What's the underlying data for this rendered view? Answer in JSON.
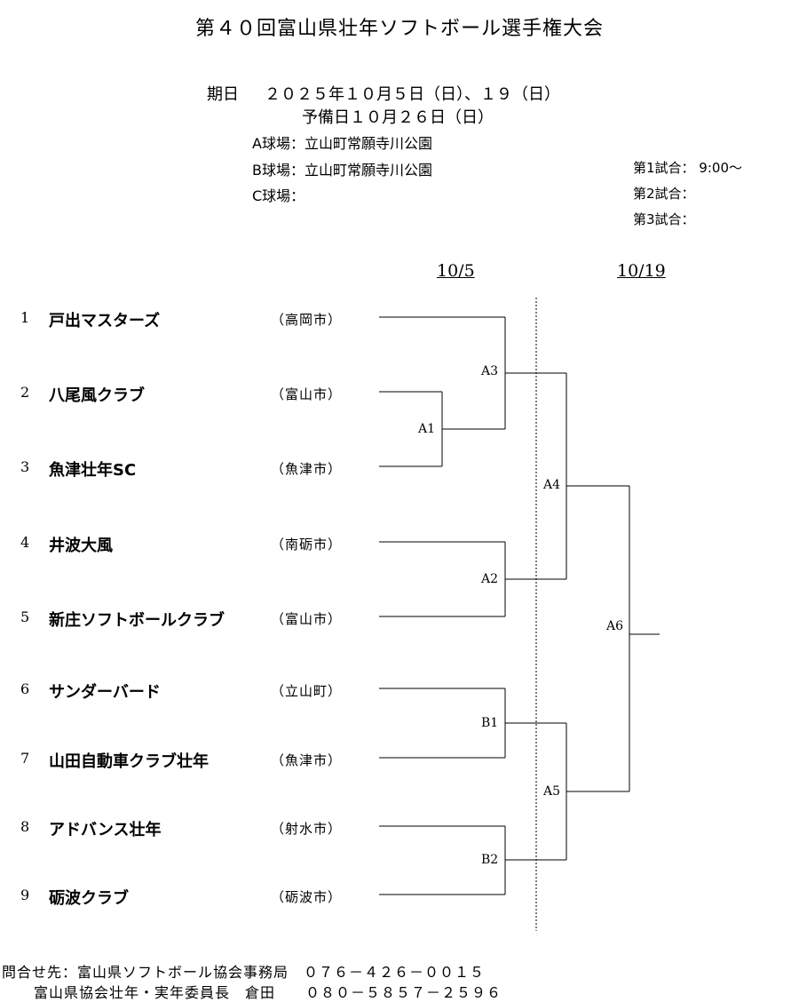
{
  "title": "第４０回富山県壮年ソフトボール選手権大会",
  "schedule": {
    "date_label": "期日",
    "date_value": "２０２５年１０月５日（日）、１９（日）",
    "reserve": "予備日１０月２６日（日）",
    "field_a": "A球場：立山町常願寺川公園",
    "field_b": "B球場：立山町常願寺川公園",
    "field_c": "C球場：",
    "game1": "第1試合：  9:00～",
    "game2": "第2試合：",
    "game3": "第3試合："
  },
  "rounds": {
    "r1": "10/5",
    "r2": "10/19"
  },
  "teams": [
    {
      "num": "1",
      "name": "戸出マスターズ",
      "city": "（高岡市）"
    },
    {
      "num": "2",
      "name": "八尾風クラブ",
      "city": "（富山市）"
    },
    {
      "num": "3",
      "name": "魚津壮年SC",
      "city": "（魚津市）"
    },
    {
      "num": "4",
      "name": "井波大風",
      "city": "（南砺市）"
    },
    {
      "num": "5",
      "name": "新庄ソフトボールクラブ",
      "city": "（富山市）"
    },
    {
      "num": "6",
      "name": "サンダーバード",
      "city": "（立山町）"
    },
    {
      "num": "7",
      "name": "山田自動車クラブ壮年",
      "city": "（魚津市）"
    },
    {
      "num": "8",
      "name": "アドバンス壮年",
      "city": "（射水市）"
    },
    {
      "num": "9",
      "name": "砺波クラブ",
      "city": "（砺波市）"
    }
  ],
  "matches": {
    "a1": "A1",
    "a2": "A2",
    "a3": "A3",
    "a4": "A4",
    "a5": "A5",
    "a6": "A6",
    "b1": "B1",
    "b2": "B2"
  },
  "footer": {
    "line1": "問合せ先：富山県ソフトボール協会事務局　０７６－４２６－００１５",
    "line2": "富山県協会壮年・実年委員長　倉田　　０８０－５８５７－２５９６"
  }
}
